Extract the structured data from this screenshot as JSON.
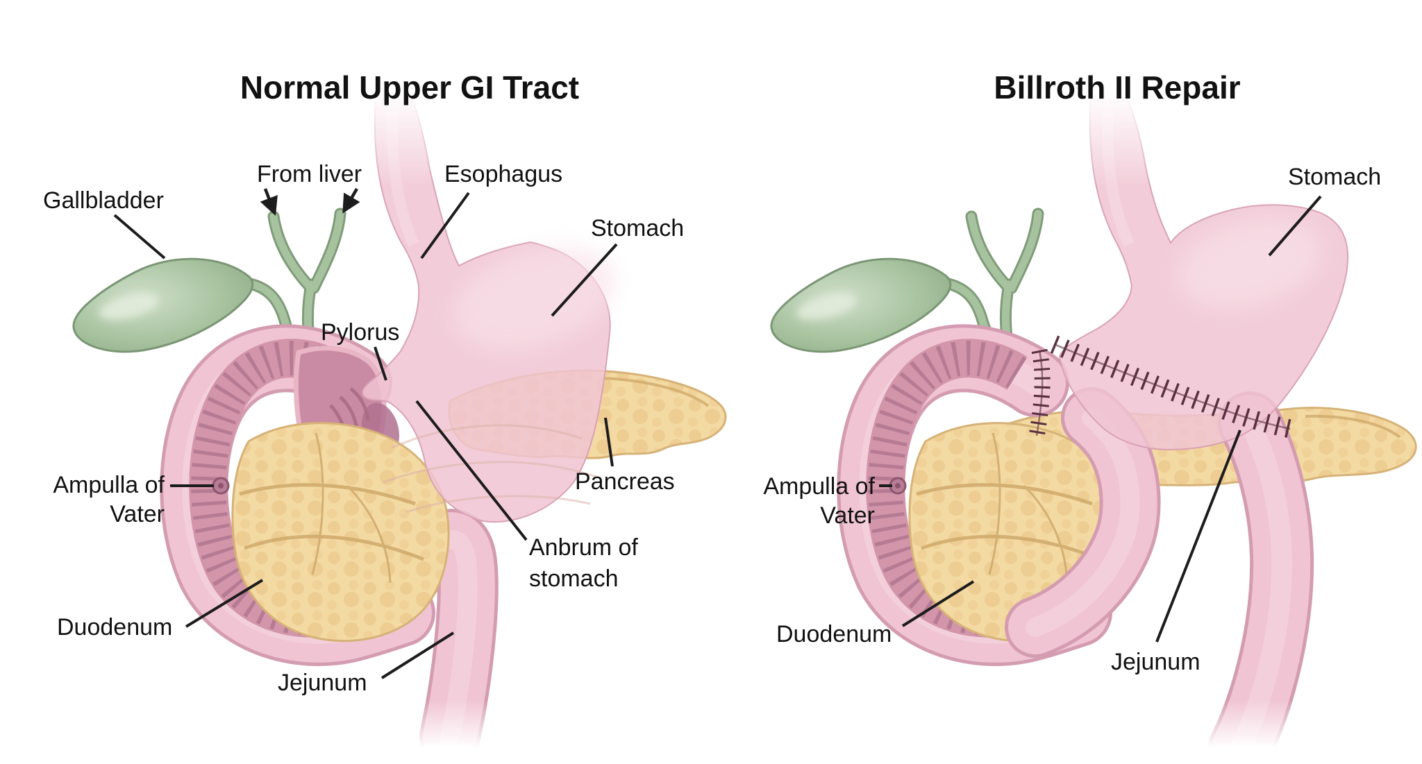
{
  "figure": {
    "type": "medical-anatomy-diagram",
    "titles": {
      "left": "Normal Upper GI Tract",
      "right": "Billroth II Repair"
    },
    "panels": {
      "left": {
        "labels": {
          "from_liver": "From liver",
          "esophagus": "Esophagus",
          "gallbladder": "Gallbladder",
          "stomach": "Stomach",
          "pylorus": "Pylorus",
          "ampulla_1": "Ampulla of",
          "ampulla_2": "Vater",
          "pancreas": "Pancreas",
          "antrum_1": "Anbrum of",
          "antrum_2": "stomach",
          "duodenum": "Duodenum",
          "jejunum": "Jejunum"
        }
      },
      "right": {
        "labels": {
          "stomach": "Stomach",
          "ampulla_1": "Ampulla of",
          "ampulla_2": "Vater",
          "duodenum": "Duodenum",
          "jejunum": "Jejunum"
        }
      }
    },
    "colors": {
      "background": "#ffffff",
      "organ_pink": "#f0c4d2",
      "organ_pink_edge": "#d49cb1",
      "organ_pink_light": "#f6d8e2",
      "duodenum_inner": "#d295aa",
      "duodenum_ridge": "#b57b93",
      "bulb_interior": "#c98aa3",
      "pancreas": "#f3d9a2",
      "pancreas_shadow": "#dfbd85",
      "biliary_green": "#a7c29f",
      "biliary_green_dark": "#7f9c79",
      "suture": "#5a3040",
      "label_color": "#111111",
      "leader_color": "#1c1c1c"
    }
  }
}
